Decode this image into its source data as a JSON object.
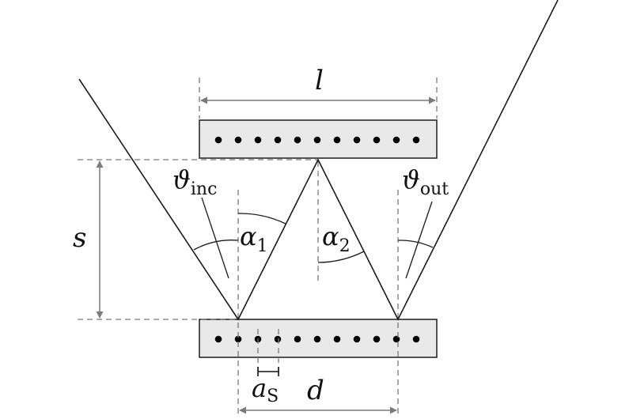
{
  "labels": {
    "length": "l",
    "spacing": "s",
    "distance": "d",
    "theta_inc": "ϑ",
    "theta_inc_sub": "inc",
    "theta_out": "ϑ",
    "theta_out_sub": "out",
    "alpha1": "α",
    "alpha1_sub": "1",
    "alpha2": "α",
    "alpha2_sub": "2",
    "a_s": "a",
    "a_s_sub": "S"
  },
  "atoms": {
    "count_per_row": 11
  },
  "colors": {
    "slab_fill": "#e9e9e9",
    "slab_stroke": "#2b2b2b",
    "ray": "#1a1a1a",
    "guide": "#7a7a7a",
    "dimension": "#7a7a7a",
    "atom": "#000000"
  }
}
